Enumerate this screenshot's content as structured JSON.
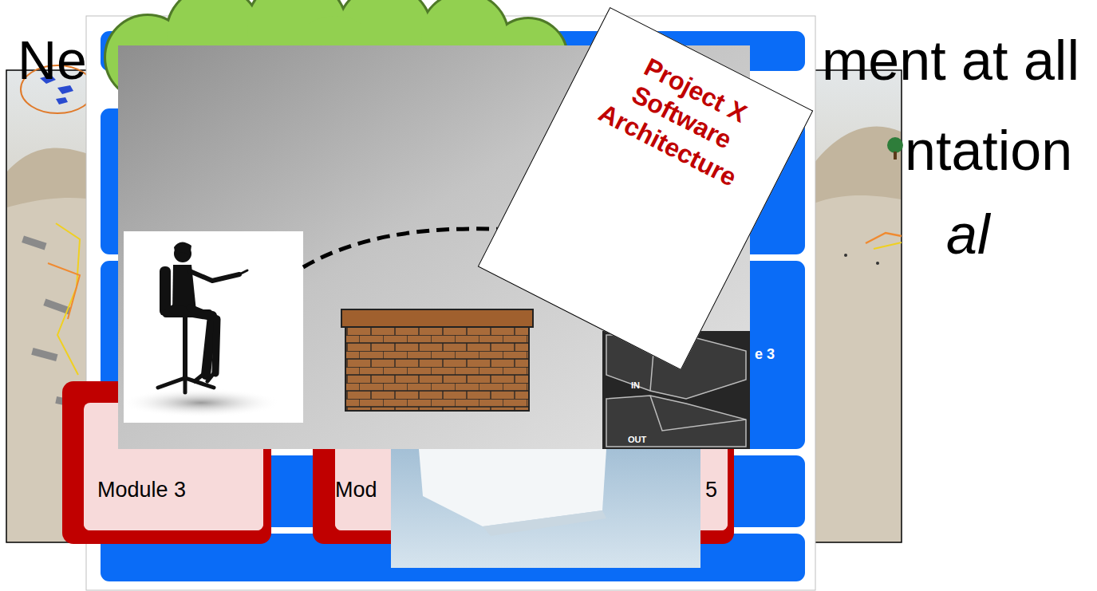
{
  "diagram": {
    "nodes": [
      {
        "text": [
          "Project X Software Architecture"
        ]
      },
      {
        "text": [
          "e 3"
        ]
      },
      {
        "text": [
          "Module 3"
        ]
      },
      {
        "text": [
          "Mod"
        ]
      },
      {
        "text": [
          "5"
        ]
      }
    ],
    "labels": [
      "Ne",
      "ment at all",
      "ntation",
      "al",
      "IN",
      "OUT"
    ]
  }
}
